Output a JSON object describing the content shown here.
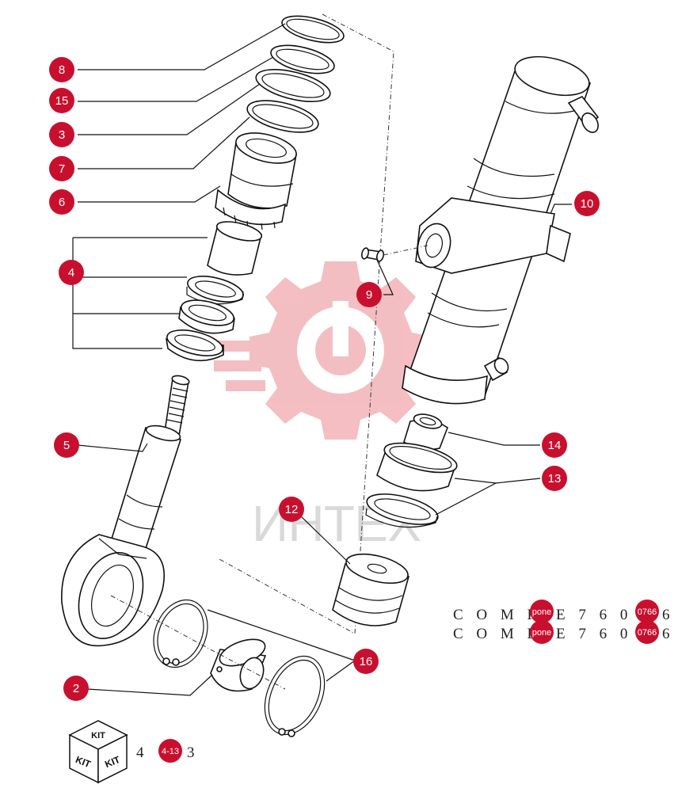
{
  "callouts": [
    {
      "id": "c8",
      "label": "8"
    },
    {
      "id": "c15",
      "label": "15"
    },
    {
      "id": "c3",
      "label": "3"
    },
    {
      "id": "c7",
      "label": "7"
    },
    {
      "id": "c6",
      "label": "6"
    },
    {
      "id": "c4",
      "label": "4"
    },
    {
      "id": "c5",
      "label": "5"
    },
    {
      "id": "c9",
      "label": "9"
    },
    {
      "id": "c10",
      "label": "10"
    },
    {
      "id": "c14",
      "label": "14"
    },
    {
      "id": "c13",
      "label": "13"
    },
    {
      "id": "c12",
      "label": "12"
    },
    {
      "id": "c16",
      "label": "16"
    },
    {
      "id": "c2",
      "label": "2"
    }
  ],
  "codes": {
    "line1_prefix": "C O M P",
    "line1_mid": "E 7 6 0",
    "line1_end": "6",
    "line2_prefix": "C O M P",
    "line2_mid": "E 7 6 0",
    "line2_end": "6",
    "badge_a_1": "pone",
    "badge_b_1": "0766",
    "badge_a_2": "pone",
    "badge_b_2": "0766"
  },
  "kit": {
    "top_label": "KIT",
    "left_label": "KIT",
    "right_label": "KIT",
    "ref_prefix": "4",
    "ref_badge": "4-13",
    "ref_suffix": "3"
  },
  "watermark": {
    "text": "ИНТЕХ"
  },
  "colors": {
    "callout_fill": "#c8102e",
    "watermark_red": "#f2b3b8",
    "line": "#111111"
  }
}
